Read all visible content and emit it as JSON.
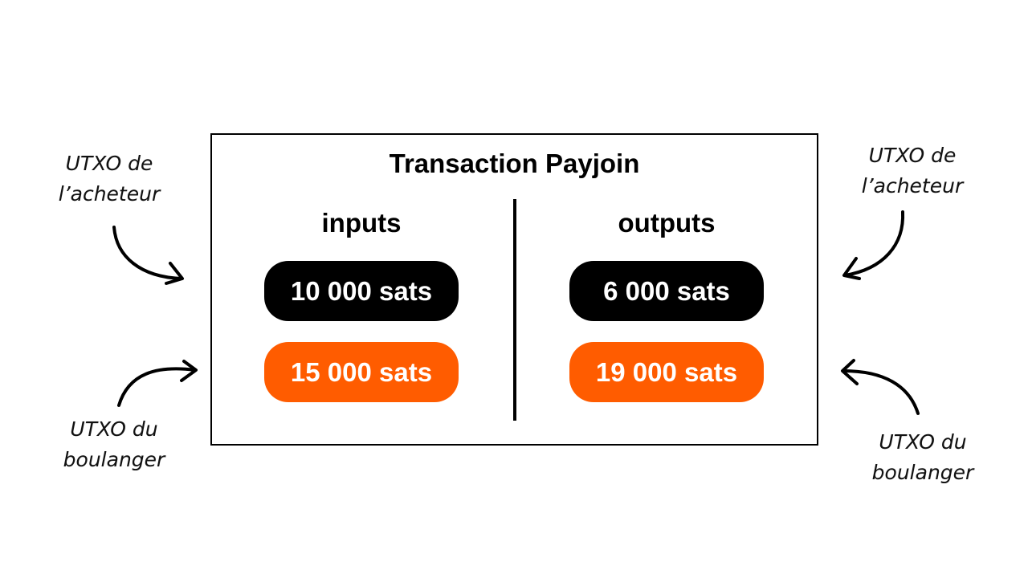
{
  "title": "Transaction Payjoin",
  "inputs": {
    "heading": "inputs",
    "items": [
      {
        "label": "10 000 sats",
        "owner": "buyer",
        "color": "#000000"
      },
      {
        "label": "15 000 sats",
        "owner": "baker",
        "color": "#ff5c00"
      }
    ]
  },
  "outputs": {
    "heading": "outputs",
    "items": [
      {
        "label": "6 000 sats",
        "owner": "buyer",
        "color": "#000000"
      },
      {
        "label": "19 000 sats",
        "owner": "baker",
        "color": "#ff5c00"
      }
    ]
  },
  "annotations": {
    "left_top": {
      "line1": "UTXO de",
      "line2": "l’acheteur"
    },
    "left_bottom": {
      "line1": "UTXO du",
      "line2": "boulanger"
    },
    "right_top": {
      "line1": "UTXO de",
      "line2": "l’acheteur"
    },
    "right_bottom": {
      "line1": "UTXO du",
      "line2": "boulanger"
    }
  },
  "colors": {
    "buyer": "#000000",
    "baker": "#ff5c00",
    "pill_text": "#ffffff"
  }
}
